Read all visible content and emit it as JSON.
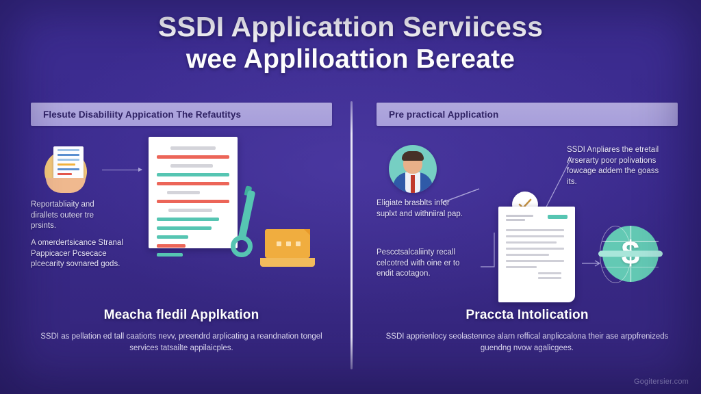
{
  "title": {
    "line1": "SSDI Applicattion Serviicess",
    "line2": "wee Appliloattion Bereate"
  },
  "left_panel": {
    "header": "Flesute Disabiliity Appication The Refautitys",
    "text_blocks": [
      "Reportabliaity and dirallets outeer tre prsints.",
      "A omerdertsicance Stranal Pappicacer Pcsecace plcecarity sovnared gods."
    ],
    "icons": {
      "hand_document": "hand-holding-document-icon",
      "arrow": "arrow-right-icon",
      "document": "document-with-lines-icon",
      "pen": "pen-icon",
      "laptop": "laptop-icon"
    },
    "caption_title": "Meacha fledil Applkation",
    "caption_body": "SSDI as pellation ed tall caatiorts nevv, preendrd arplicating a reandnation tongel services tatsailte appilaicples."
  },
  "right_panel": {
    "header": "Pre practical Application",
    "text_blocks": [
      "Eligiate brasblts infor suplxt and withniiral pap.",
      "Pescctsalcaliinty recall celcotred with oine er to endit acotagon.",
      "SSDI Anpliares the etretail Arserarty poor polivations fowcage addem the goass its."
    ],
    "icons": {
      "avatar": "person-avatar-icon",
      "check_badge": "check-circle-icon",
      "document": "paper-document-icon",
      "globe_dollar": "globe-dollar-icon",
      "arrow": "arrow-icon"
    },
    "caption_title": "Praccta Intolication",
    "caption_body": "SSDI apprienlocy seolastennce alarn reffical anpliccalona their ase arppfrenizeds guendng nvow agalicgees."
  },
  "watermark": "Gogitersier.com",
  "colors": {
    "background": "#3a2a8c",
    "header_bar": "#a79edb",
    "accent_teal": "#56c5b2",
    "accent_red": "#ec6558",
    "accent_amber": "#f0ad3f",
    "divider": "#e8e6f5"
  }
}
